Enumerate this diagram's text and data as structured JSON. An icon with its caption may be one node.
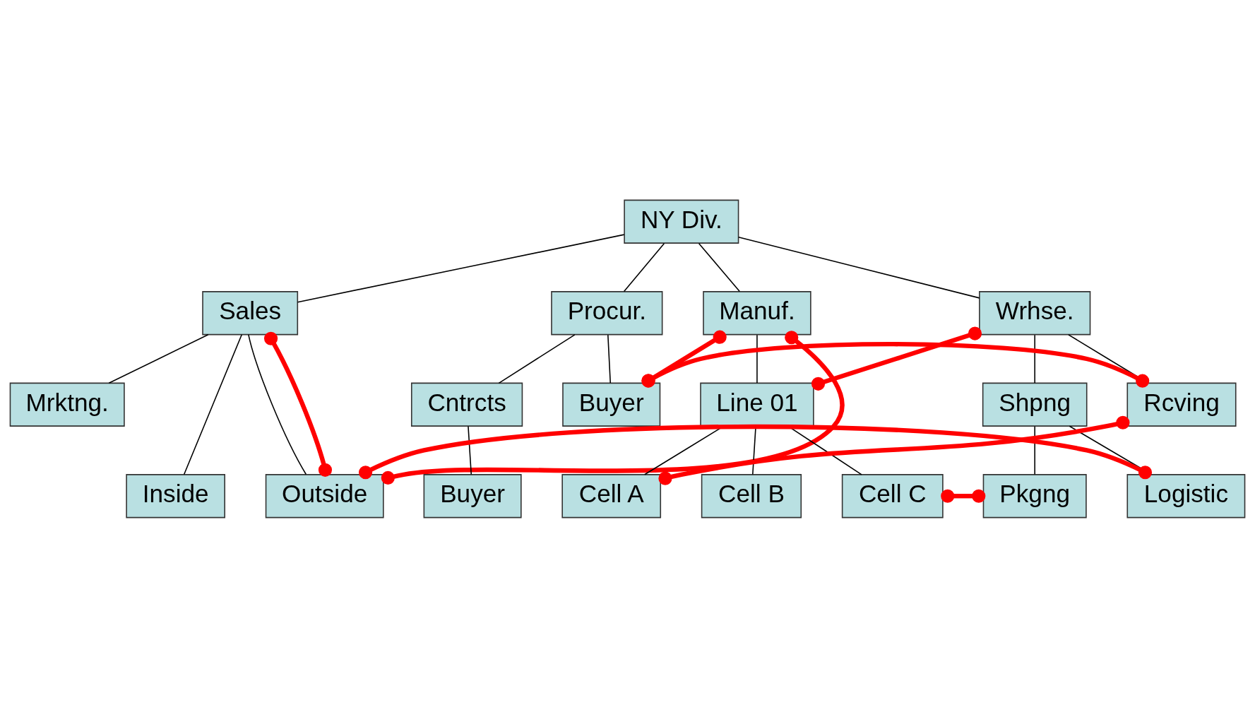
{
  "diagram": {
    "nodes": [
      {
        "text": [
          "NY Div."
        ]
      },
      {
        "text": [
          "Sales"
        ]
      },
      {
        "text": [
          "Procur."
        ]
      },
      {
        "text": [
          "Manuf."
        ]
      },
      {
        "text": [
          "Wrhse."
        ]
      },
      {
        "text": [
          "Mrktng."
        ]
      },
      {
        "text": [
          "Cntrcts"
        ]
      },
      {
        "text": [
          "Buyer"
        ]
      },
      {
        "text": [
          "Line 01"
        ]
      },
      {
        "text": [
          "Shpng"
        ]
      },
      {
        "text": [
          "Rcving"
        ]
      },
      {
        "text": [
          "Inside"
        ]
      },
      {
        "text": [
          "Buyer"
        ]
      },
      {
        "text": [
          "Cell A"
        ]
      },
      {
        "text": [
          "Pkgng"
        ]
      },
      {
        "text": [
          "Outside"
        ]
      },
      {
        "text": [
          "Cell B"
        ]
      },
      {
        "text": [
          "Logistic"
        ]
      },
      {
        "text": [
          "Cell C"
        ]
      }
    ],
    "edges": [
      {
        "from": 0,
        "to": 1,
        "arrow": "none"
      },
      {
        "from": 0,
        "to": 2,
        "arrow": "none"
      },
      {
        "from": 0,
        "to": 3,
        "arrow": "none"
      },
      {
        "from": 0,
        "to": 4,
        "arrow": "none"
      },
      {
        "from": 1,
        "to": 5,
        "arrow": "none"
      },
      {
        "from": 1,
        "to": 11,
        "arrow": "none"
      },
      {
        "from": 1,
        "to": 15,
        "arrow": "none"
      },
      {
        "from": 2,
        "to": 6,
        "arrow": "none"
      },
      {
        "from": 2,
        "to": 7,
        "arrow": "none"
      },
      {
        "from": 6,
        "to": 12,
        "arrow": "none"
      },
      {
        "from": 3,
        "to": 8,
        "arrow": "none"
      },
      {
        "from": 8,
        "to": 13,
        "arrow": "none"
      },
      {
        "from": 8,
        "to": 16,
        "arrow": "none"
      },
      {
        "from": 8,
        "to": 18,
        "arrow": "none"
      },
      {
        "from": 4,
        "to": 9,
        "arrow": "none"
      },
      {
        "from": 4,
        "to": 10,
        "arrow": "none"
      },
      {
        "from": 9,
        "to": 14,
        "arrow": "none"
      },
      {
        "from": 9,
        "to": 17,
        "arrow": "none"
      },
      {
        "from": 1,
        "to": 15,
        "arrow": "other",
        "style": "thick",
        "color": "#ff0000"
      },
      {
        "from": 3,
        "to": 7,
        "arrow": "other",
        "style": "thick",
        "color": "#ff0000"
      },
      {
        "from": 3,
        "to": 15,
        "arrow": "other",
        "style": "thick",
        "color": "#ff0000"
      },
      {
        "from": 4,
        "to": 8,
        "arrow": "other",
        "style": "thick",
        "color": "#ff0000"
      },
      {
        "from": 7,
        "to": 10,
        "arrow": "other",
        "style": "thick",
        "color": "#ff0000"
      },
      {
        "from": 10,
        "to": 13,
        "arrow": "other",
        "style": "thick",
        "color": "#ff0000"
      },
      {
        "from": 14,
        "to": 18,
        "arrow": "other",
        "style": "thick",
        "color": "#ff0000"
      },
      {
        "from": 15,
        "to": 17,
        "arrow": "other",
        "style": "thick",
        "color": "#ff0000"
      }
    ]
  }
}
